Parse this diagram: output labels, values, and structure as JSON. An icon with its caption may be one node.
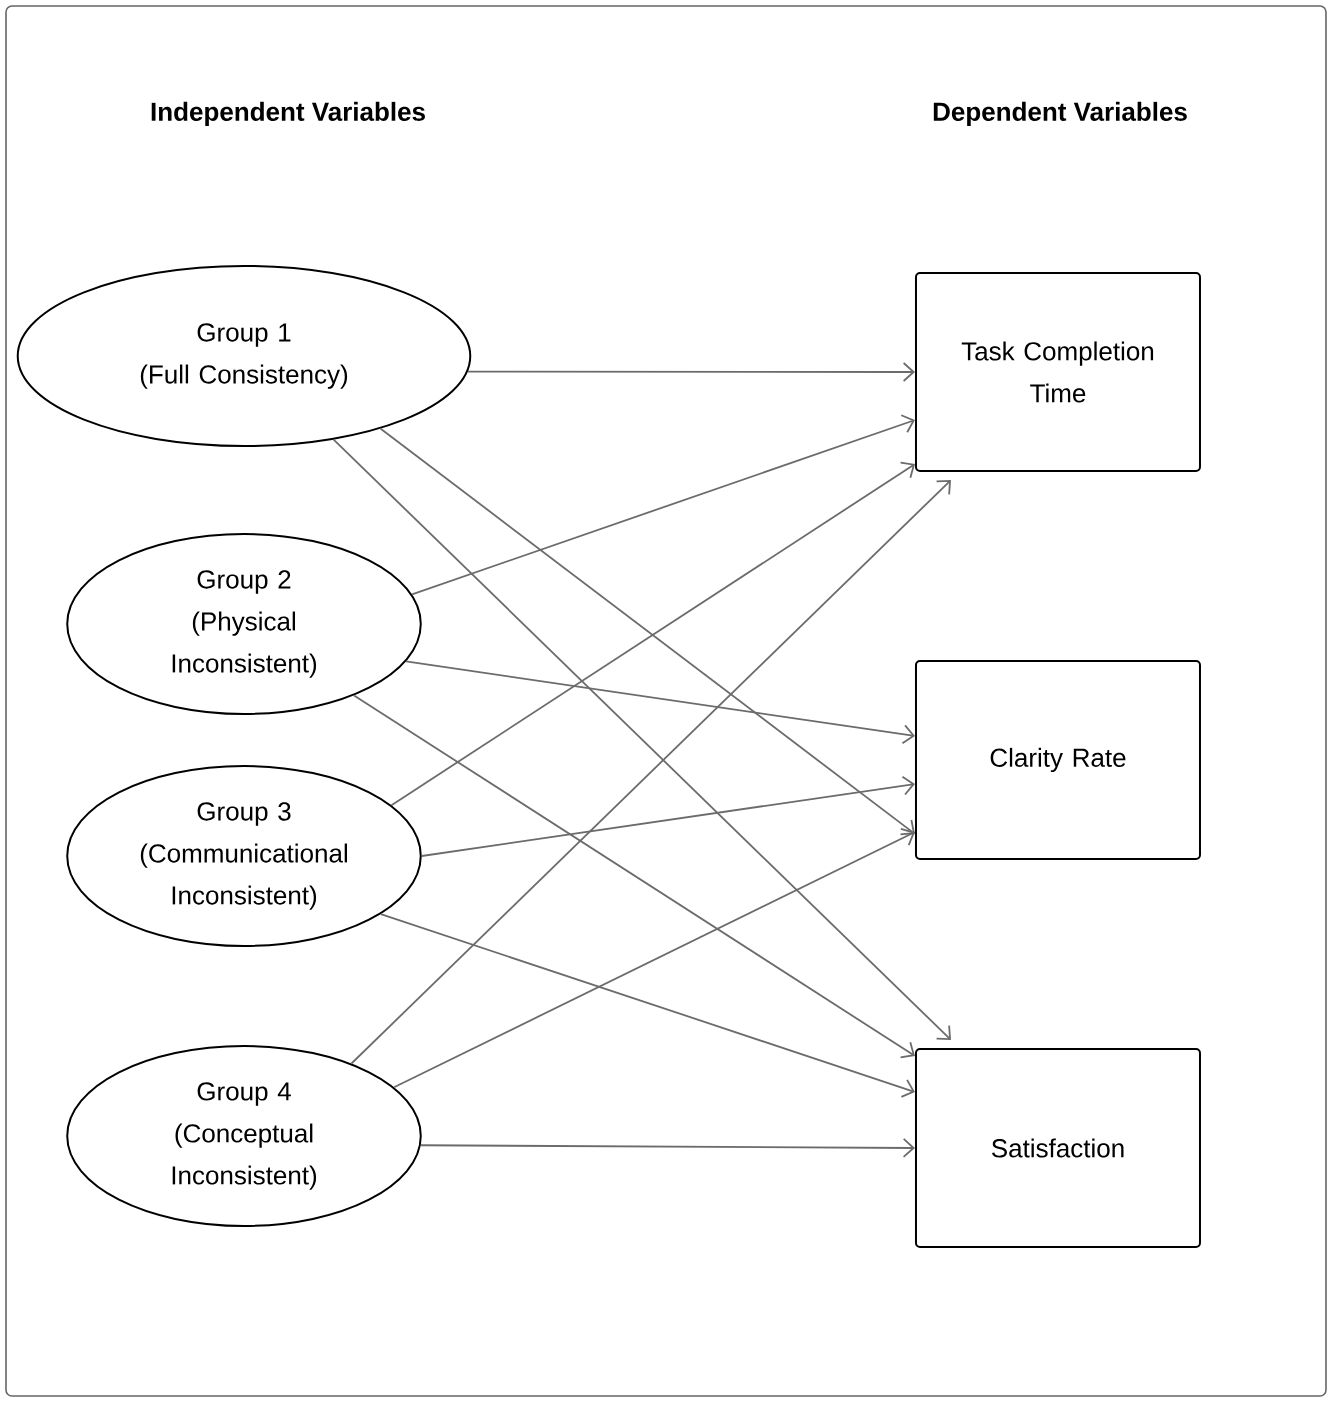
{
  "diagram": {
    "nodes": [
      {
        "text": [
          "Group 1",
          "(Full Consistency)"
        ]
      },
      {
        "text": [
          "Group 2",
          "(Physical Inconsistent)"
        ]
      },
      {
        "text": [
          "Group 3",
          "(Communicational Inconsistent)"
        ]
      },
      {
        "text": [
          "Group 4",
          "(Conceptual Inconsistent)"
        ]
      },
      {
        "text": [
          "Task Completion Time"
        ]
      },
      {
        "text": [
          "Clarity Rate"
        ]
      },
      {
        "text": [
          "Satisfaction"
        ]
      }
    ],
    "edges": [
      {
        "from": 0,
        "to": 4,
        "arrow": "to"
      },
      {
        "from": 0,
        "to": 5,
        "arrow": "to"
      },
      {
        "from": 0,
        "to": 6,
        "arrow": "to"
      },
      {
        "from": 1,
        "to": 4,
        "arrow": "to"
      },
      {
        "from": 1,
        "to": 5,
        "arrow": "to"
      },
      {
        "from": 1,
        "to": 6,
        "arrow": "to"
      },
      {
        "from": 2,
        "to": 4,
        "arrow": "to"
      },
      {
        "from": 2,
        "to": 5,
        "arrow": "to"
      },
      {
        "from": 2,
        "to": 6,
        "arrow": "to"
      },
      {
        "from": 3,
        "to": 4,
        "arrow": "to"
      },
      {
        "from": 3,
        "to": 5,
        "arrow": "to"
      },
      {
        "from": 3,
        "to": 6,
        "arrow": "to"
      }
    ],
    "labels": [
      "Independent Variables",
      "Dependent Variables"
    ]
  }
}
